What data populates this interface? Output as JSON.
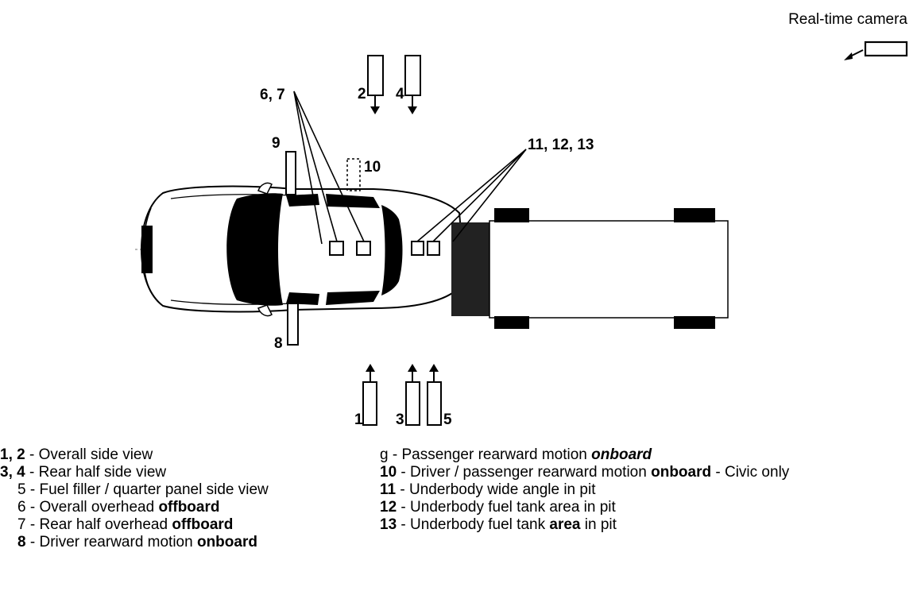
{
  "camera_label": "Real-time camera",
  "callouts": {
    "c67": "6, 7",
    "c111213": "11, 12, 13",
    "c9": "9",
    "c10": "10",
    "c8": "8",
    "c2": "2",
    "c4": "4",
    "c1": "1",
    "c3": "3",
    "c5": "5"
  },
  "legend_left": [
    {
      "num": "1, 2",
      "sep": " - ",
      "text": "Overall side view",
      "bold": ""
    },
    {
      "num": "3, 4",
      "sep": " - ",
      "text": "Rear half side view",
      "bold": ""
    },
    {
      "num": "5",
      "sep": " - ",
      "text": "Fuel filler / quarter panel side view",
      "bold": ""
    },
    {
      "num": "6",
      "sep": " - ",
      "text": "Overall overhead ",
      "bold": "offboard"
    },
    {
      "num": "7",
      "sep": " - ",
      "text": "Rear half overhead ",
      "bold": "offboard"
    },
    {
      "num": "8",
      "sep": " - ",
      "text": "Driver rearward motion ",
      "bold": "onboard"
    }
  ],
  "legend_right": [
    {
      "num": "g",
      "sep": " - ",
      "text": "Passenger rearward motion ",
      "bold": "onboard",
      "tail": ""
    },
    {
      "num": "10",
      "sep": " - ",
      "text": "Driver / passenger rearward motion ",
      "bold": "onboard",
      "tail": " - Civic only"
    },
    {
      "num": "11",
      "sep": " - ",
      "text": "Underbody wide angle in pit",
      "bold": "",
      "tail": ""
    },
    {
      "num": "12",
      "sep": " - ",
      "text": "Underbody fuel tank area in pit",
      "bold": "",
      "tail": ""
    },
    {
      "num": "13",
      "sep": " - ",
      "text": "Underbody fuel tank ",
      "bold": "area",
      "tail": " in pit"
    }
  ]
}
